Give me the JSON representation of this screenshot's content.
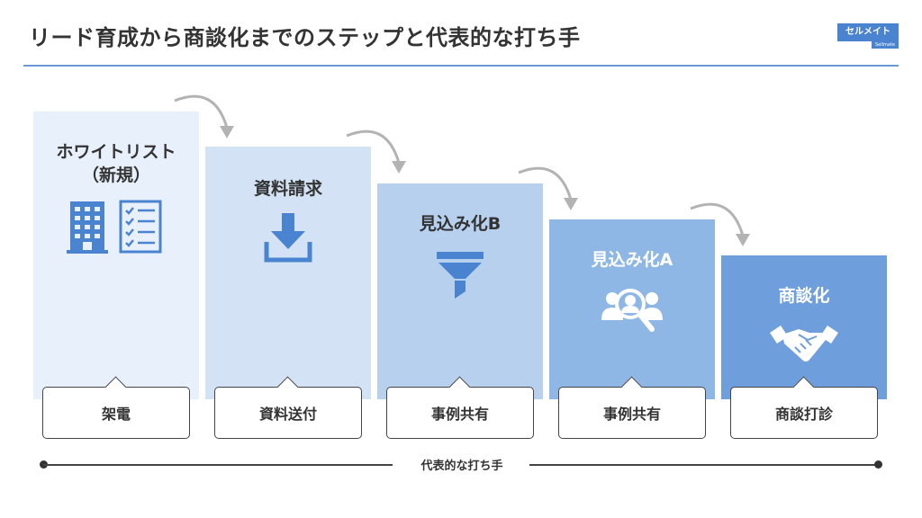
{
  "title": "リード育成から商談化までのステップと代表的な打ち手",
  "logo": {
    "main": "セルメイト",
    "sub": "Sellmate"
  },
  "steps": [
    {
      "label_line1": "ホワイトリスト",
      "label_line2": "（新規）",
      "icons": [
        "building-icon",
        "checklist-icon"
      ],
      "fill": "#e8f0fb"
    },
    {
      "label_line1": "資料請求",
      "label_line2": "",
      "icons": [
        "download-icon"
      ],
      "fill": "#d3e3f5"
    },
    {
      "label_line1": "見込み化B",
      "label_line2": "",
      "icons": [
        "funnel-icon"
      ],
      "fill": "#b7d0ee"
    },
    {
      "label_line1": "見込み化A",
      "label_line2": "",
      "icons": [
        "search-people-icon"
      ],
      "fill": "#8fb7e6"
    },
    {
      "label_line1": "商談化",
      "label_line2": "",
      "icons": [
        "handshake-icon"
      ],
      "fill": "#6e9fdc"
    }
  ],
  "actions": [
    "架電",
    "資料送付",
    "事例共有",
    "事例共有",
    "商談打診"
  ],
  "timeline_label": "代表的な打ち手",
  "colors": {
    "accent": "#4a84d0",
    "icon": "#4a84d0",
    "rule": "#6a98d4"
  }
}
